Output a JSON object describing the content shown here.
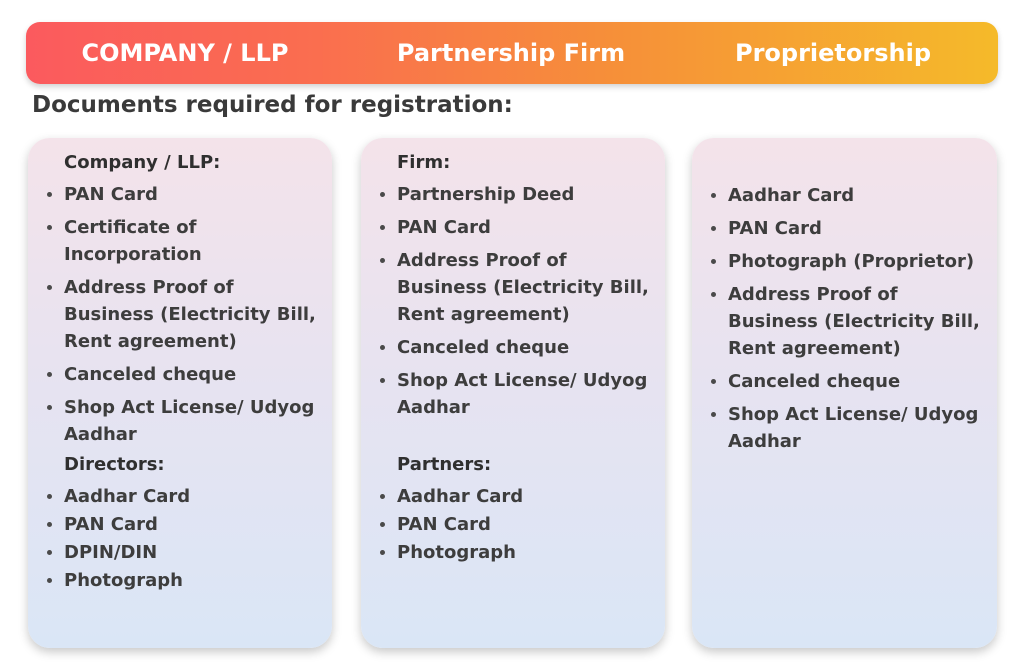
{
  "banner": {
    "tabs": [
      "COMPANY / LLP",
      "Partnership Firm",
      "Proprietorship"
    ]
  },
  "heading": "Documents required for registration:",
  "cards": [
    {
      "sections": [
        {
          "title": "Company / LLP:",
          "items": [
            "PAN Card",
            "Certificate of Incorporation",
            "Address Proof of Business (Electricity Bill, Rent agreement)",
            "Canceled cheque",
            "Shop Act License/ Udyog Aadhar"
          ]
        },
        {
          "title": "Directors:",
          "items": [
            "Aadhar Card",
            "PAN Card",
            "DPIN/DIN",
            "Photograph"
          ]
        }
      ]
    },
    {
      "sections": [
        {
          "title": "Firm:",
          "items": [
            "Partnership Deed",
            "PAN Card",
            "Address Proof of Business (Electricity Bill, Rent agreement)",
            "Canceled cheque",
            "Shop Act License/ Udyog Aadhar"
          ]
        },
        {
          "title": "Partners:",
          "items": [
            "Aadhar Card",
            "PAN Card",
            "Photograph"
          ]
        }
      ]
    },
    {
      "sections": [
        {
          "items": [
            "Aadhar Card",
            "PAN Card",
            "Photograph (Proprietor)",
            "Address Proof of Business (Electricity Bill, Rent agreement)",
            "Canceled cheque",
            "Shop Act License/ Udyog Aadhar"
          ]
        }
      ]
    }
  ]
}
